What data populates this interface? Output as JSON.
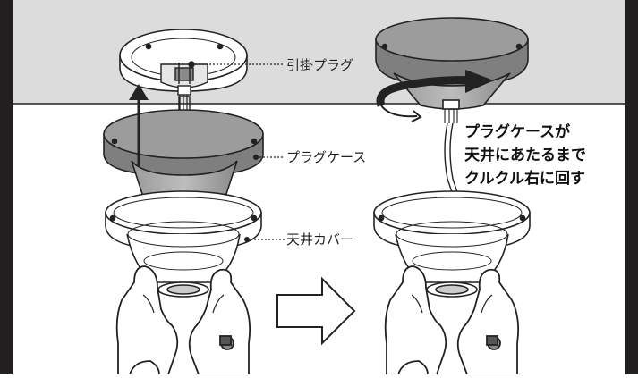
{
  "labels": {
    "plug_hook": "引掛プラグ",
    "plug_case": "プラグケース",
    "ceiling_cover": "天井カバー"
  },
  "instruction": {
    "line1": "プラグケースが",
    "line2": "天井にあたるまで",
    "line3": "クルクル右に回す"
  },
  "colors": {
    "frame": "#231f20",
    "ceiling": "#d9d9d9",
    "case_top": "#8f8f8f",
    "case_side": "#a8a8a8",
    "outline": "#222222"
  },
  "icons": [
    "up-arrow-icon",
    "next-step-arrow-icon",
    "rotate-right-arrow-icon"
  ]
}
